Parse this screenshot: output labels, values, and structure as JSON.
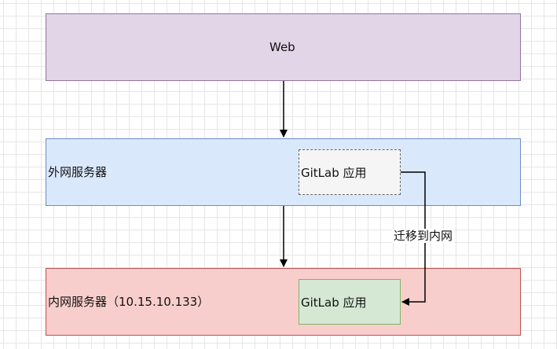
{
  "nodes": {
    "web": "Web",
    "external_server": "外网服务器",
    "internal_server": "内网服务器（10.15.10.133）",
    "gitlab_app_external": "GitLab 应用",
    "gitlab_app_internal": "GitLab 应用"
  },
  "edges": {
    "migrate_label": "迁移到内网"
  },
  "colors": {
    "web_fill": "#e1d5e7",
    "web_stroke": "#9673a6",
    "external_fill": "#dae8fc",
    "external_stroke": "#6c8ebf",
    "internal_fill": "#f8cecc",
    "internal_stroke": "#b85450",
    "gitlab_external_fill": "#f5f5f5",
    "gitlab_internal_fill": "#d5e8d4",
    "gitlab_internal_stroke": "#82b366"
  }
}
